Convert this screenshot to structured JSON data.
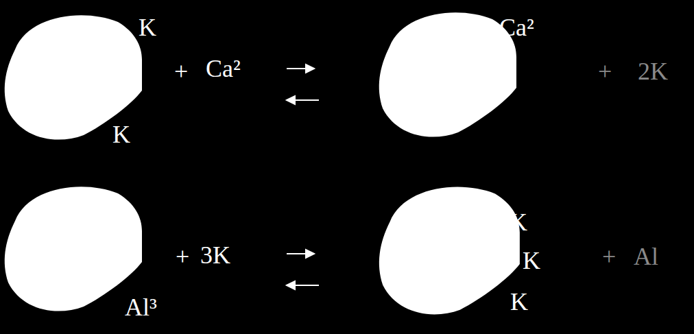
{
  "diagram": {
    "nodes": [
      {
        "text": [
          "K",
          "K"
        ]
      },
      {
        "text": [
          "Ca²"
        ]
      },
      {
        "text": [
          "Al³"
        ]
      },
      {
        "text": [
          "K",
          "K",
          "K"
        ]
      }
    ],
    "labels": [
      "+",
      "Ca²",
      "+",
      "2K",
      "+",
      "3K",
      "+",
      "Al"
    ]
  }
}
